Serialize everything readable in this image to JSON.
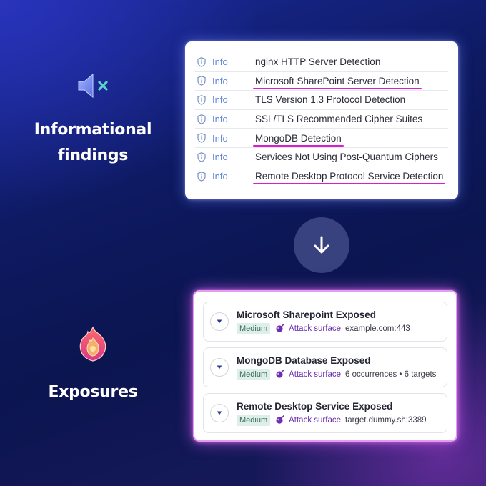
{
  "sections": {
    "informational": {
      "title_line1": "Informational",
      "title_line2": "findings",
      "icon": "speaker-muted-icon"
    },
    "exposures": {
      "title": "Exposures",
      "icon": "flame-badge-icon"
    }
  },
  "findings": [
    {
      "severity": "Info",
      "name": "nginx HTTP Server Detection",
      "highlighted": false
    },
    {
      "severity": "Info",
      "name": "Microsoft SharePoint Server Detection",
      "highlighted": true
    },
    {
      "severity": "Info",
      "name": "TLS Version 1.3 Protocol Detection",
      "highlighted": false
    },
    {
      "severity": "Info",
      "name": "SSL/TLS Recommended Cipher Suites",
      "highlighted": false
    },
    {
      "severity": "Info",
      "name": "MongoDB Detection",
      "highlighted": true
    },
    {
      "severity": "Info",
      "name": "Services Not Using Post-Quantum Ciphers",
      "highlighted": false
    },
    {
      "severity": "Info",
      "name": "Remote Desktop Protocol Service Detection",
      "highlighted": true
    }
  ],
  "arrow_icon": "arrow-down-icon",
  "exposure_items": [
    {
      "title": "Microsoft Sharepoint Exposed",
      "severity": "Medium",
      "surface": "Attack surface",
      "detail": "example.com:443"
    },
    {
      "title": "MongoDB Database Exposed",
      "severity": "Medium",
      "surface": "Attack surface",
      "detail": "6 occurrences • 6 targets"
    },
    {
      "title": "Remote Desktop Service Exposed",
      "severity": "Medium",
      "surface": "Attack surface",
      "detail": "target.dummy.sh:3389"
    }
  ],
  "colors": {
    "info_blue": "#5f86d8",
    "highlight_magenta": "#d81fd0",
    "medium_badge_bg": "#dcefe9",
    "attack_surface_purple": "#6b2fb0"
  }
}
